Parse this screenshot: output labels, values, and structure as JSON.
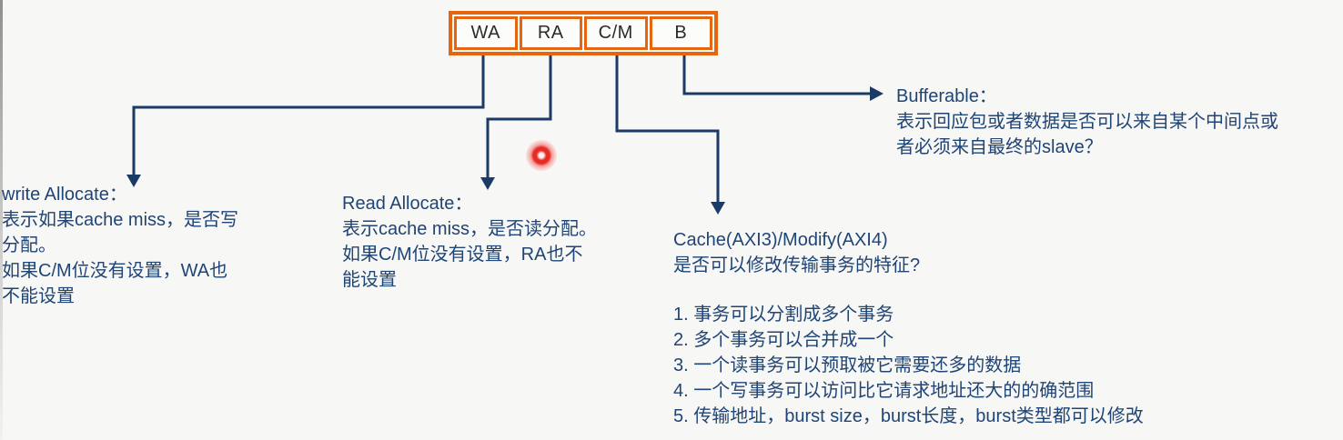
{
  "colors": {
    "background": "#f7f7f5",
    "accent_orange": "#e8650f",
    "text_navy": "#1f4476",
    "connector_navy": "#1b3a66",
    "pointer_red": "#e52b22"
  },
  "boxes": {
    "labels": [
      "WA",
      "RA",
      "C/M",
      "B"
    ]
  },
  "write_allocate": {
    "lines": [
      "write Allocate：",
      "表示如果cache miss，是否写",
      "分配。",
      "如果C/M位没有设置，WA也",
      "不能设置"
    ]
  },
  "read_allocate": {
    "lines": [
      "Read Allocate：",
      "表示cache miss，是否读分配。",
      "如果C/M位没有设置，RA也不",
      "能设置"
    ]
  },
  "bufferable": {
    "lines": [
      "Bufferable：",
      "表示回应包或者数据是否可以来自某个中间点或",
      "者必须来自最终的slave？"
    ]
  },
  "cache_modify": {
    "lines": [
      "Cache(AXI3)/Modify(AXI4)",
      "是否可以修改传输事务的特征?"
    ],
    "items": [
      "1. 事务可以分割成多个事务",
      "2. 多个事务可以合并成一个",
      "3. 一个读事务可以预取被它需要还多的数据",
      "4. 一个写事务可以访问比它请求地址还大的的确范围",
      "5. 传输地址，burst size，burst长度，burst类型都可以修改"
    ]
  }
}
